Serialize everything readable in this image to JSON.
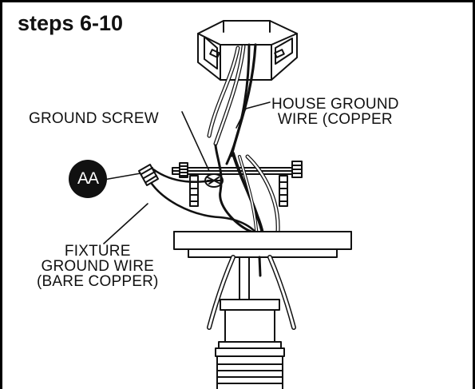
{
  "title": "steps 6-10",
  "labels": {
    "ground_screw": "GROUND SCREW",
    "house_ground": [
      "HOUSE GROUND",
      "WIRE (COPPER"
    ],
    "fixture_ground": [
      "FIXTURE",
      "GROUND WIRE",
      "(BARE COPPER)"
    ]
  },
  "badge": "AA"
}
